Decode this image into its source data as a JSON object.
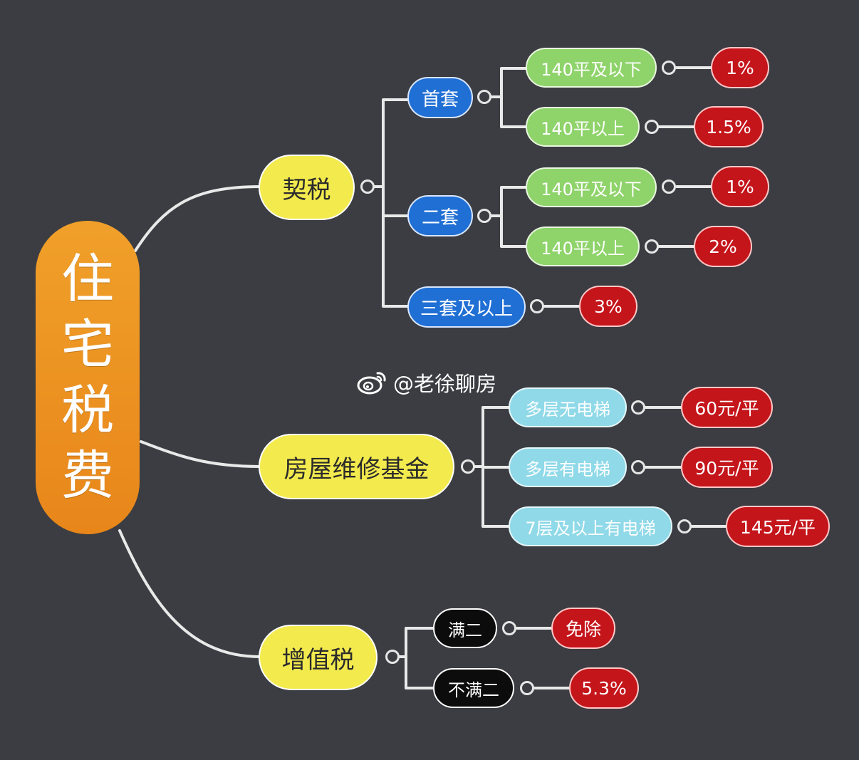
{
  "root": {
    "label": "住宅税费",
    "chars": [
      "住",
      "宅",
      "税",
      "费"
    ]
  },
  "watermark": {
    "text": "@老徐聊房",
    "icon": "weibo-icon"
  },
  "branches": {
    "deed_tax": {
      "label": "契税",
      "first_home": {
        "label": "首套",
        "le140": {
          "label": "140平及以下",
          "rate": "1%"
        },
        "gt140": {
          "label": "140平以上",
          "rate": "1.5%"
        }
      },
      "second_home": {
        "label": "二套",
        "le140": {
          "label": "140平及以下",
          "rate": "1%"
        },
        "gt140": {
          "label": "140平以上",
          "rate": "2%"
        }
      },
      "third_plus": {
        "label": "三套及以上",
        "rate": "3%"
      }
    },
    "maintenance_fund": {
      "label": "房屋维修基金",
      "no_elevator": {
        "label": "多层无电梯",
        "rate": "60元/平"
      },
      "with_elevator": {
        "label": "多层有电梯",
        "rate": "90元/平"
      },
      "seven_plus": {
        "label": "7层及以上有电梯",
        "rate": "145元/平"
      }
    },
    "vat": {
      "label": "增值税",
      "over_two": {
        "label": "满二",
        "rate": "免除"
      },
      "under_two": {
        "label": "不满二",
        "rate": "5.3%"
      }
    }
  },
  "colors": {
    "background": "#3b3d42",
    "root": "#e8861a",
    "level1": "#f3ea4e",
    "blue": "#1f6fd4",
    "green": "#8fd36b",
    "cyan": "#8fd9e8",
    "black": "#0c0c0c",
    "red": "#c4151b"
  }
}
